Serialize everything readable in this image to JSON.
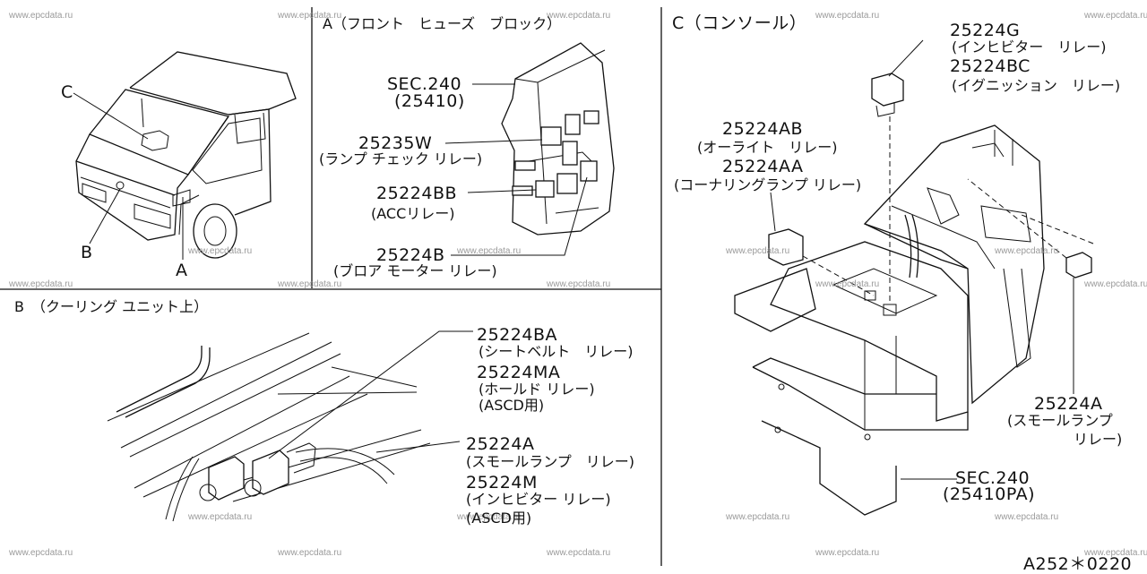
{
  "watermark": "www.epcdata.ru",
  "diagram_code": "A252＊0220",
  "panel_vehicle": {
    "callout_c": "C",
    "callout_b": "B",
    "callout_a": "A"
  },
  "panel_a": {
    "title": "A（フロント　ヒューズ　ブロック）",
    "sec_code": "SEC.240",
    "sec_part": "(25410)",
    "lamp_check_code": "25235W",
    "lamp_check_name": "(ランプ チェック リレー)",
    "acc_code": "25224BB",
    "acc_name": "(ACCリレー)",
    "blower_code": "25224B",
    "blower_name": "(ブロア モーター リレー)"
  },
  "panel_b": {
    "title": "B　（クーリング ユニット上）",
    "seatbelt_code": "25224BA",
    "seatbelt_name": "(シートベルト　リレー)",
    "hold_code": "25224MA",
    "hold_name": "(ホールド リレー)",
    "hold_note": "(ASCD用)",
    "small_code": "25224A",
    "small_name": "(スモールランプ　リレー)",
    "inhibitor_code": "25224M",
    "inhibitor_name": "(インヒビター リレー)",
    "inhibitor_note": "(ASCD用)"
  },
  "panel_c": {
    "title": "C（コンソール）",
    "inh_code": "25224G",
    "inh_name": "(インヒビター　リレー)",
    "ign_code": "25224BC",
    "ign_name": "(イグニッション　リレー)",
    "auto_code": "25224AB",
    "auto_name": "(オーライト　リレー)",
    "corner_code": "25224AA",
    "corner_name": "(コーナリングランプ リレー)",
    "small_code": "25224A",
    "small_name_1": "(スモールランプ",
    "small_name_2": "リレー)",
    "sec_code": "SEC.240",
    "sec_part": "(25410PA)"
  }
}
